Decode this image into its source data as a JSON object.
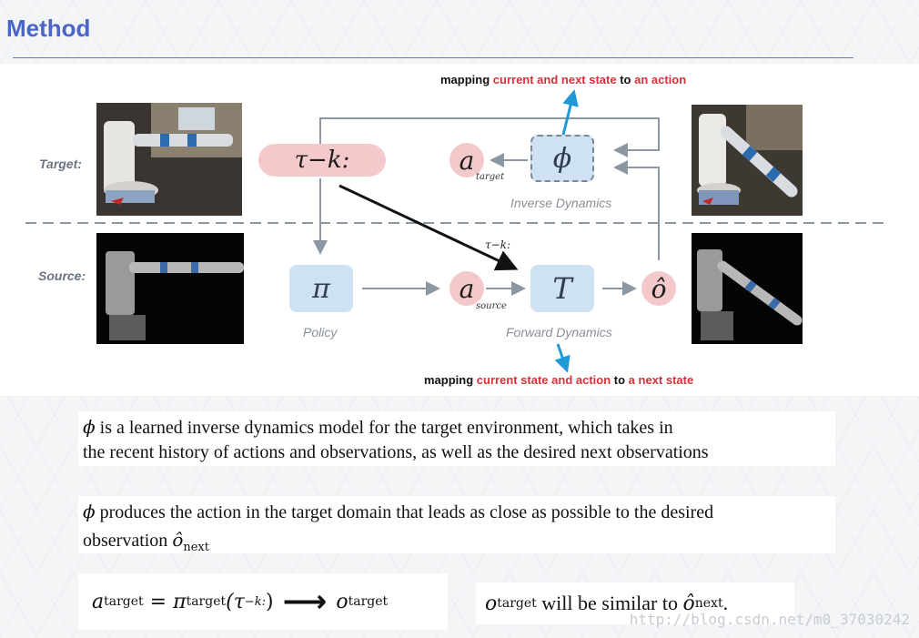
{
  "slide": {
    "title": "Method"
  },
  "diagram": {
    "row_labels": {
      "target": "Target:",
      "source": "Source:"
    },
    "top_note": {
      "prefix": "mapping ",
      "red1": "current and next state",
      "mid": " to ",
      "red2": "an action"
    },
    "bottom_note": {
      "prefix": "mapping ",
      "red1": "current state and action",
      "mid": " to ",
      "red2": "a next state"
    },
    "nodes": {
      "history": "τ−k:",
      "phi": "ϕ",
      "a_target": "a",
      "a_target_sub": "target",
      "policy": "π",
      "a_source": "a",
      "a_source_sub": "source",
      "forward": "T",
      "o_hat": "ô",
      "arrow_label": "τ−k:"
    },
    "captions": {
      "inverse": "Inverse Dynamics",
      "policy": "Policy",
      "forward": "Forward Dynamics"
    },
    "colors": {
      "pink": "#f4c9cc",
      "blue_box": "#cfe2f3",
      "red_text": "#d7303a",
      "cyan_arrow": "#1f9ad6",
      "title": "#4a66c8"
    }
  },
  "text_blocks": {
    "p1": {
      "symbol": "ϕ",
      "line1": " is  a  learned  inverse dynamics model for the target environment, which takes in",
      "line2": "the  recent  history  of  actions  and  observations,  as  well  as the desired next observations"
    },
    "p2": {
      "symbol": "ϕ",
      "line1": " produces the action in the target domain that leads as close as possible to the desired",
      "line2_prefix": "observation ",
      "line2_math": "ô",
      "line2_sub": "next"
    },
    "eq": {
      "lhs": "a",
      "lhs_sub": "target",
      "eq": " = ",
      "pi": "π",
      "pi_sub": "target",
      "arg": "(τ",
      "arg_sub": "−k:",
      "close": ")",
      "arrow": "⟶",
      "rhs": "o",
      "rhs_sub": "target"
    },
    "sim": {
      "o": "o",
      "o_sub": "target",
      "text": " will be similar to ",
      "ohat": "ô",
      "ohat_sub": "next",
      "period": "."
    }
  },
  "watermark": "http://blog.csdn.net/m0_37030242"
}
